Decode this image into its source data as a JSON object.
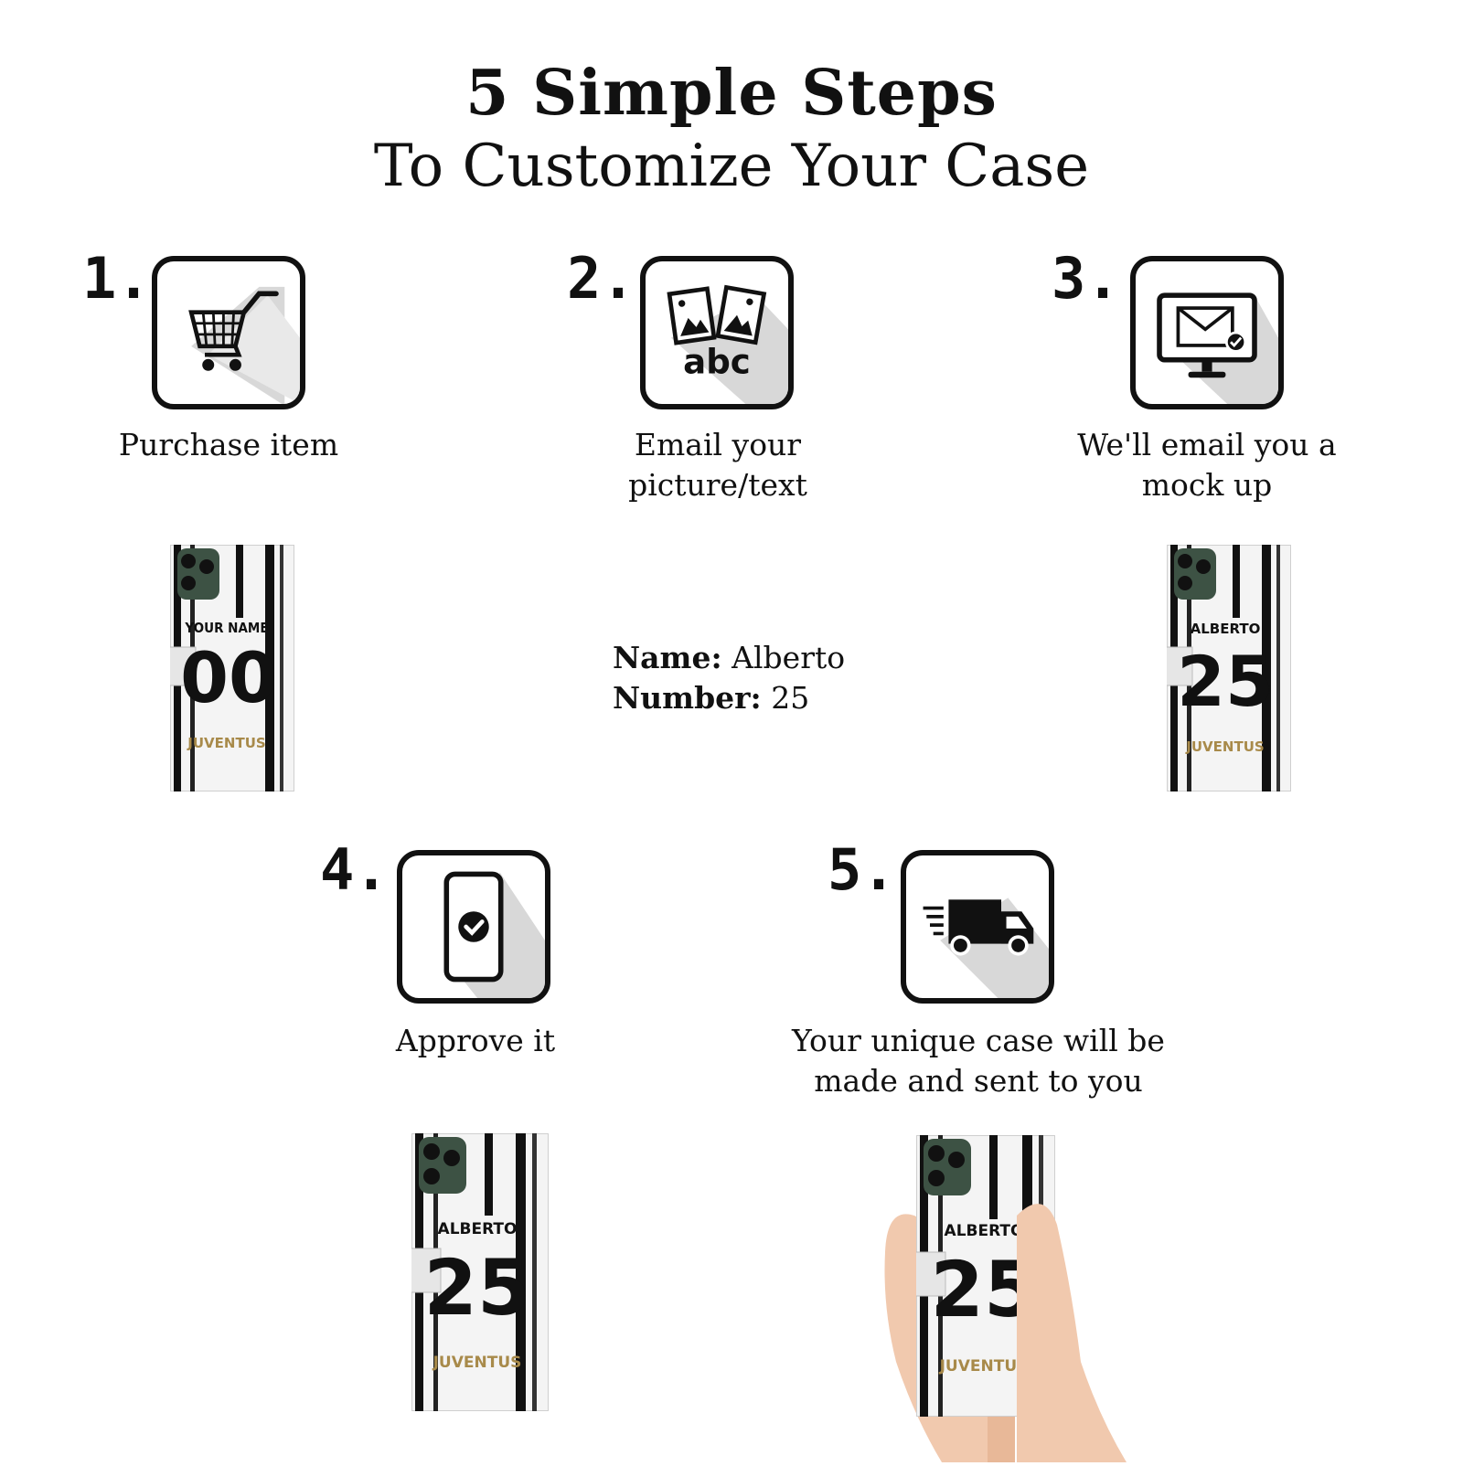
{
  "title": {
    "line1": "5 Simple Steps",
    "line2": "To Customize Your Case"
  },
  "steps": [
    {
      "number": "1.",
      "icon": "shopping-cart-icon",
      "caption_l1": "Purchase item",
      "caption_l2": ""
    },
    {
      "number": "2.",
      "icon": "photos-text-icon",
      "icon_text": "abc",
      "caption_l1": "Email your",
      "caption_l2": "picture/text"
    },
    {
      "number": "3.",
      "icon": "monitor-email-icon",
      "caption_l1": "We'll email you a",
      "caption_l2": "mock up"
    },
    {
      "number": "4.",
      "icon": "phone-check-icon",
      "caption_l1": "Approve it",
      "caption_l2": ""
    },
    {
      "number": "5.",
      "icon": "delivery-truck-icon",
      "caption_l1": "Your unique case will be",
      "caption_l2": "made and sent to you"
    }
  ],
  "customization": {
    "name_label": "Name:",
    "name_value": "Alberto",
    "number_label": "Number:",
    "number_value": "25"
  },
  "cases": {
    "template": {
      "name": "YOUR NAME",
      "number": "00",
      "team": "JUVENTUS"
    },
    "mockup": {
      "name": "ALBERTO",
      "number": "25",
      "team": "JUVENTUS"
    },
    "approved": {
      "name": "ALBERTO",
      "number": "25",
      "team": "JUVENTUS"
    },
    "final": {
      "name": "ALBERTO",
      "number": "25",
      "team": "JUVENTUS"
    }
  },
  "colors": {
    "text": "#111111",
    "gold": "#a88a4a",
    "stripe": "#111111",
    "camera": "#3d5244"
  }
}
